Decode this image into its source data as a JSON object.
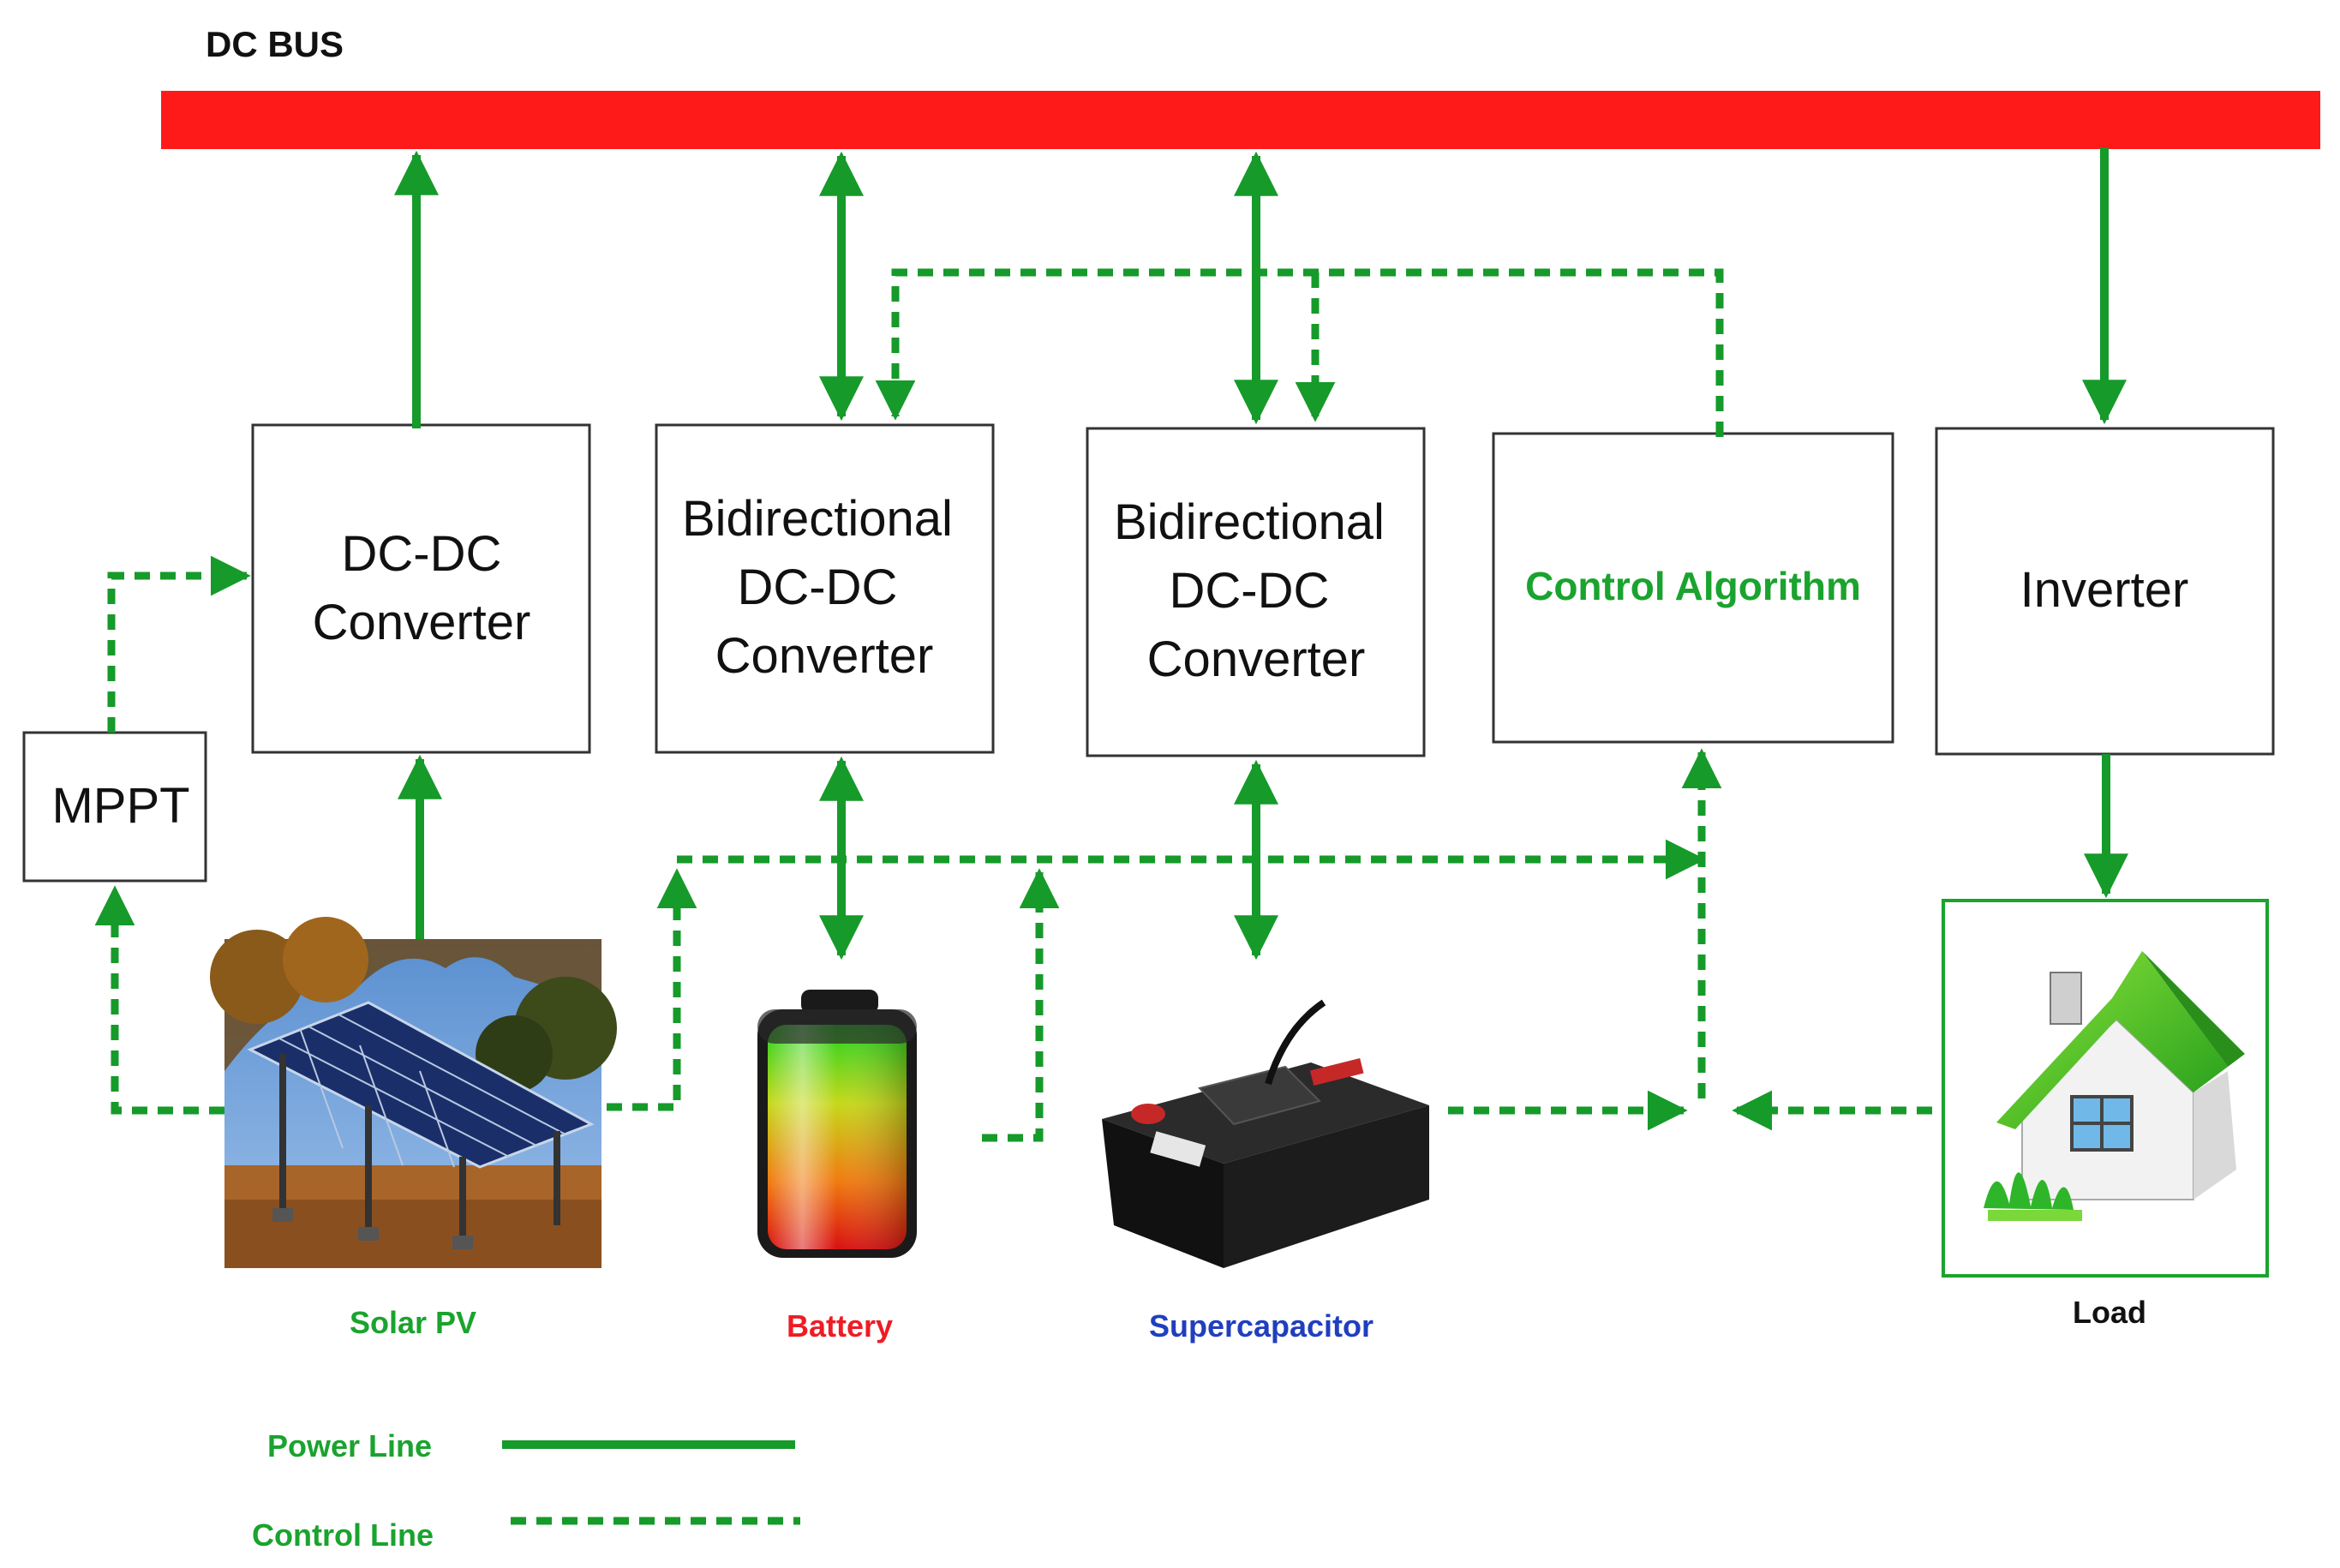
{
  "bus": {
    "label": "DC BUS"
  },
  "blocks": {
    "dcdc": {
      "lines": [
        "DC-DC",
        "Converter"
      ]
    },
    "bidir1": {
      "lines": [
        "Bidirectional",
        "DC-DC",
        "Converter"
      ]
    },
    "bidir2": {
      "lines": [
        "Bidirectional",
        "DC-DC",
        "Converter"
      ]
    },
    "control": {
      "lines": [
        "Control Algorithm"
      ]
    },
    "inverter": {
      "lines": [
        "Inverter"
      ]
    },
    "mppt": {
      "lines": [
        "MPPT"
      ]
    }
  },
  "components": {
    "solar": {
      "label": "Solar PV"
    },
    "battery": {
      "label": "Battery"
    },
    "supercap": {
      "label": "Supercapacitor"
    },
    "load": {
      "label": "Load"
    }
  },
  "legend": {
    "power_label": "Power Line",
    "control_label": "Control Line"
  },
  "colors": {
    "bus": "#ff1a1a",
    "line": "#169a2a",
    "control_text": "#1aa32e",
    "solar_text": "#1aa32e",
    "battery_text": "#ee1c24",
    "supercap_text": "#1f3fbf",
    "load_text": "#111111"
  }
}
